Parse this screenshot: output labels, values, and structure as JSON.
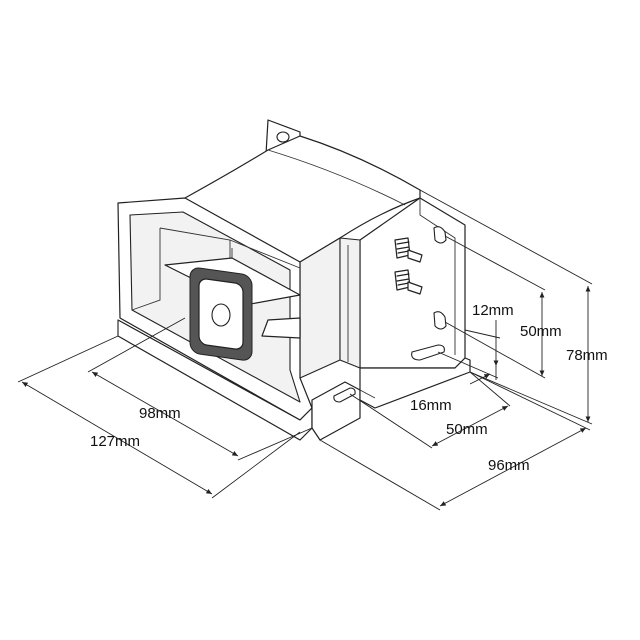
{
  "colors": {
    "line": "#222222",
    "background": "#ffffff"
  },
  "dimensions": {
    "length_overall": "127mm",
    "length_body": "98mm",
    "depth_overall": "96mm",
    "height_overall": "78mm",
    "hole_spacing_vertical": "50mm",
    "hole_spacing_base": "50mm",
    "hole_offset_vertical": "12mm",
    "hole_offset_base": "16mm"
  }
}
